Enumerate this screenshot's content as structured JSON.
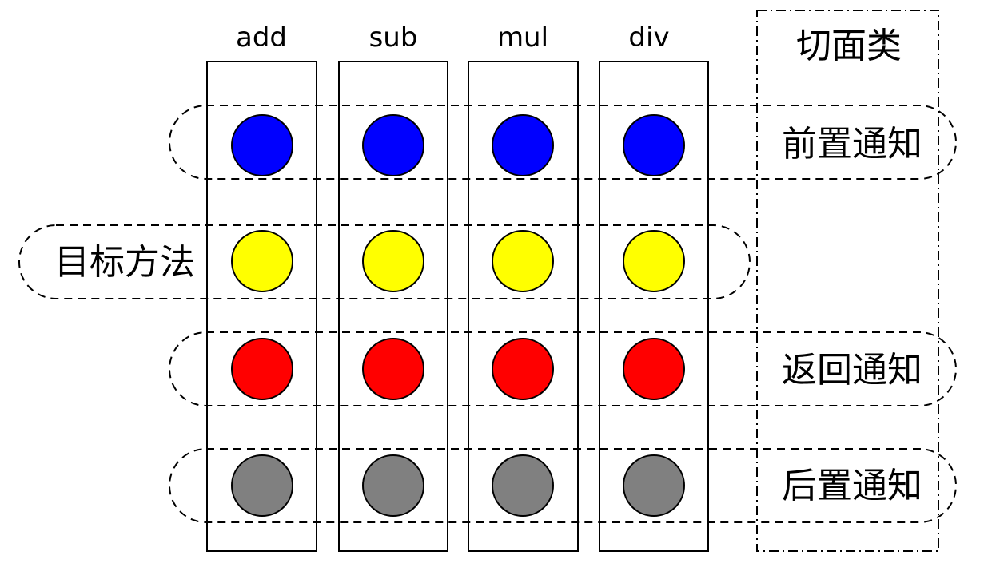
{
  "diagram": {
    "columns": [
      {
        "label": "add"
      },
      {
        "label": "sub"
      },
      {
        "label": "mul"
      },
      {
        "label": "div"
      }
    ],
    "aspect_header": "切面类",
    "target_label": "目标方法",
    "rows": [
      {
        "name": "before-advice",
        "label": "前置通知",
        "color": "#0000ff"
      },
      {
        "name": "target-method",
        "label": "",
        "color": "#ffff00"
      },
      {
        "name": "after-returning-advice",
        "label": "返回通知",
        "color": "#ff0000"
      },
      {
        "name": "after-advice",
        "label": "后置通知",
        "color": "#808080"
      }
    ]
  }
}
